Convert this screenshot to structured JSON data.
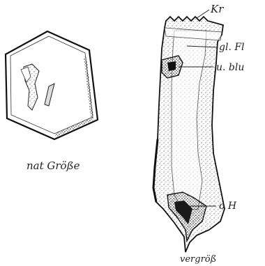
{
  "labels": {
    "kr": "Kr",
    "gl_fl": "gl. Fl",
    "u_blu": "u. blu",
    "o_h": "o H",
    "nat_grosse": "nat Größe",
    "vergross": "vergröß"
  }
}
